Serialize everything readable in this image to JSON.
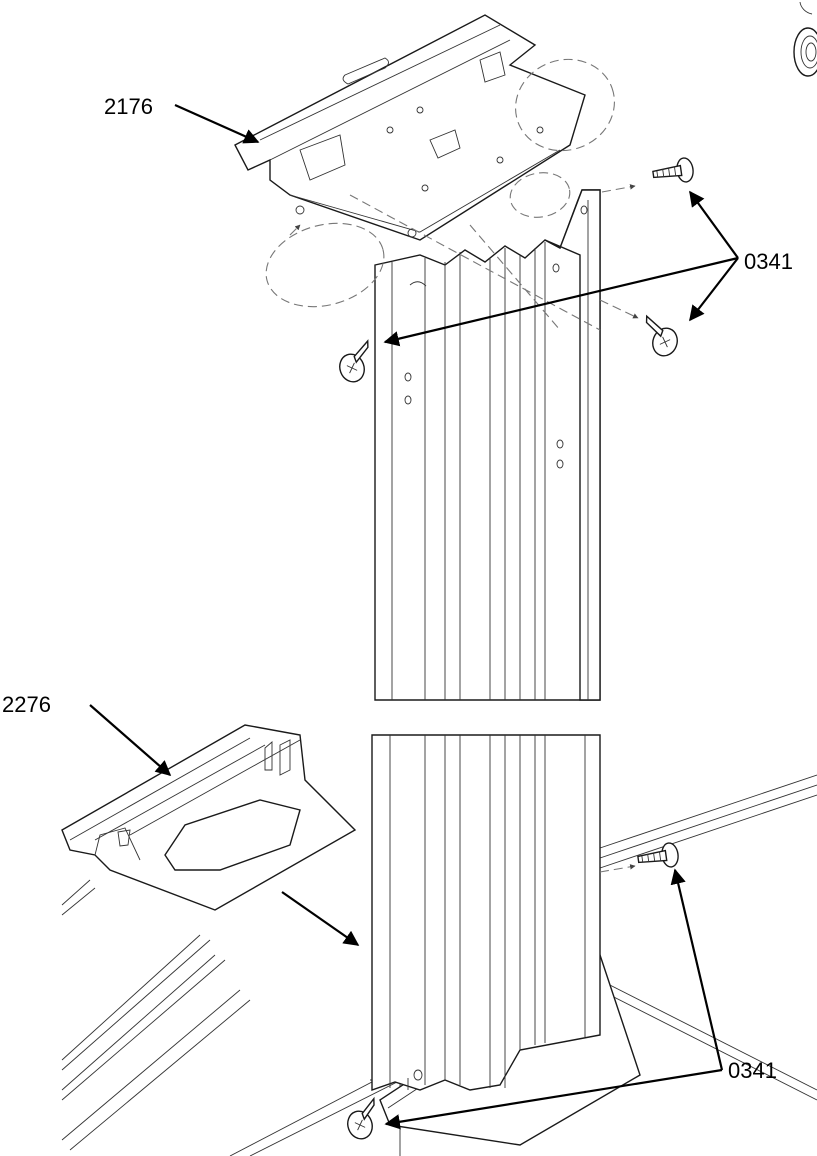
{
  "callouts": {
    "top_bracket": "2176",
    "bottom_bracket": "2276",
    "top_screws": "0341",
    "bottom_screws": "0341"
  },
  "icons": [
    "screw-icon",
    "washer-icon"
  ],
  "colors": {
    "line": "#1a1a1a",
    "dashed_path": "#777777",
    "background": "#ffffff"
  }
}
